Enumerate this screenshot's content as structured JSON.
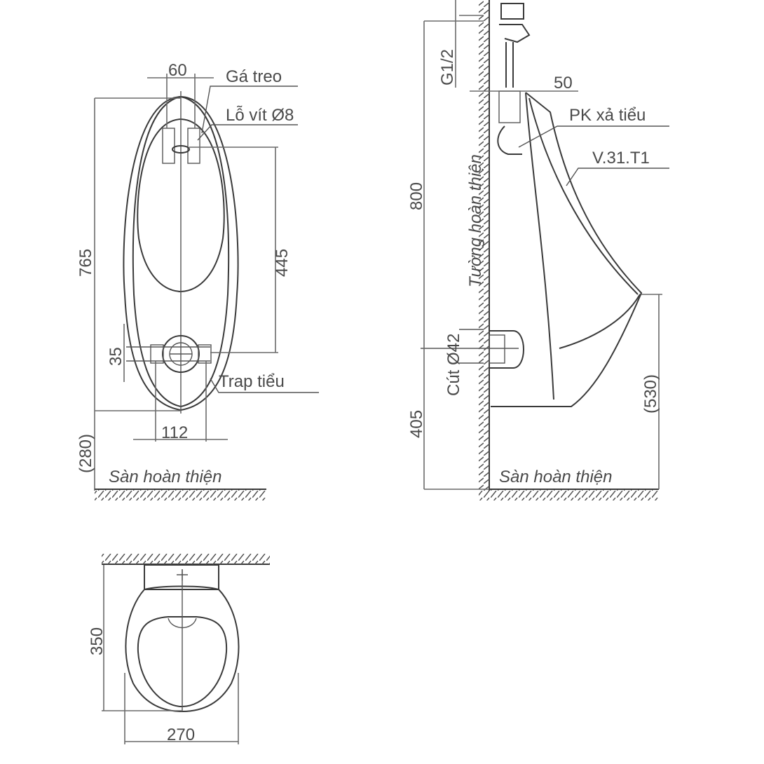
{
  "drawing": {
    "front_view": {
      "dim_width_top": "60",
      "dim_height_total": "765",
      "dim_mount_to_trap": "445",
      "dim_trap": "35",
      "dim_bottom_width": "112",
      "dim_floor": "(280)",
      "label_hanger": "Gá treo",
      "label_screw_hole": "Lỗ vít Ø8",
      "label_trap": "Trap tiểu",
      "label_floor": "Sàn hoàn thiện"
    },
    "side_view": {
      "dim_inlet": "G1/2",
      "dim_inlet_height": "800",
      "dim_offset": "50",
      "dim_outlet": "Cút Ø42",
      "dim_outlet_height": "405",
      "dim_rim_height": "(530)",
      "label_flush_accessory": "PK xả tiểu",
      "label_model": "V.31.T1",
      "label_wall": "Tường hoàn thiện",
      "label_floor": "Sàn hoàn thiện"
    },
    "top_view": {
      "dim_depth": "350",
      "dim_width": "270"
    }
  },
  "colors": {
    "line": "#3a3a3a",
    "text": "#4a4a4a",
    "background": "#ffffff"
  }
}
